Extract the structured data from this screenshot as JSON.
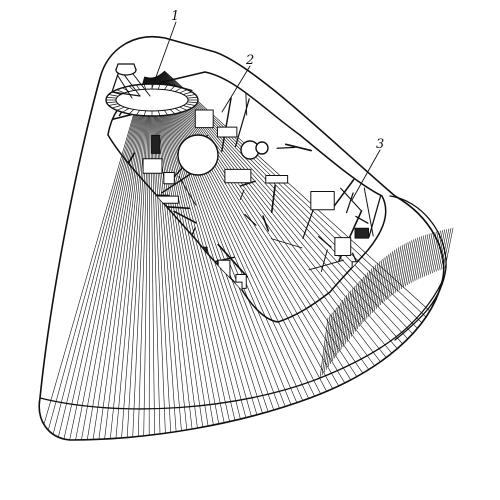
{
  "figure": {
    "callouts": [
      {
        "id": "1",
        "text": "1"
      },
      {
        "id": "2",
        "text": "2"
      },
      {
        "id": "3",
        "text": "3"
      }
    ]
  },
  "palette": {
    "ink": "#111111",
    "paper": "#ffffff",
    "shade": "#e8e8e8"
  }
}
